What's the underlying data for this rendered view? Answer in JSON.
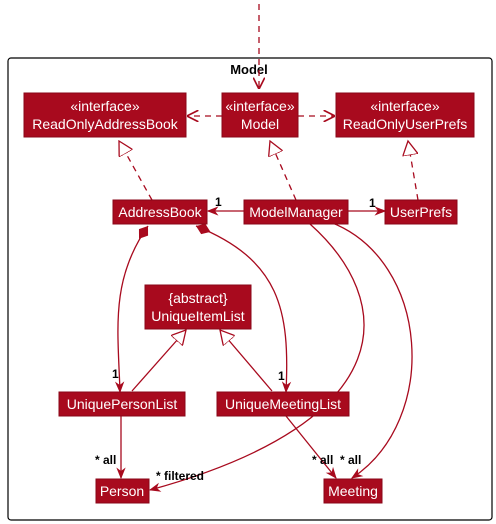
{
  "package": {
    "title": "Model"
  },
  "nodes": {
    "readOnlyAddressBook": {
      "stereotype": "«interface»",
      "name": "ReadOnlyAddressBook"
    },
    "model": {
      "stereotype": "«interface»",
      "name": "Model"
    },
    "readOnlyUserPrefs": {
      "stereotype": "«interface»",
      "name": "ReadOnlyUserPrefs"
    },
    "addressBook": {
      "name": "AddressBook"
    },
    "modelManager": {
      "name": "ModelManager"
    },
    "userPrefs": {
      "name": "UserPrefs"
    },
    "uniqueItemList": {
      "stereotype": "{abstract}",
      "name": "UniqueItemList"
    },
    "uniquePersonList": {
      "name": "UniquePersonList"
    },
    "uniqueMeetingList": {
      "name": "UniqueMeetingList"
    },
    "person": {
      "name": "Person"
    },
    "meeting": {
      "name": "Meeting"
    }
  },
  "multiplicities": {
    "mm_to_addressbook": "1",
    "mm_to_userprefs": "1",
    "ab_to_personlist": "1",
    "ab_to_meetinglist": "1",
    "personlist_to_person": "* all",
    "mm_to_person": "* filtered",
    "meetinglist_to_meeting": "* all",
    "mm_to_meeting": "* all"
  },
  "colors": {
    "node_fill": "#A80A1E",
    "edge": "#A80A1E",
    "text": "#ffffff"
  }
}
